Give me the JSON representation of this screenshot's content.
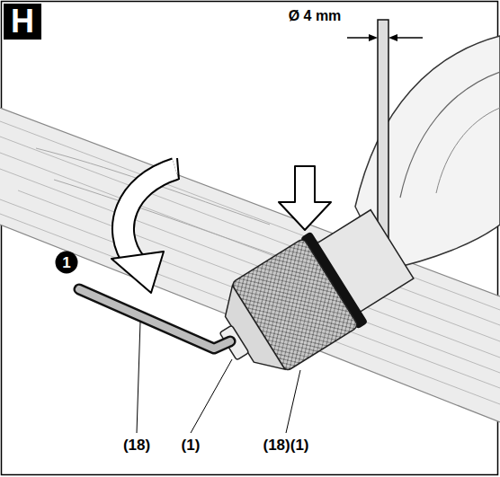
{
  "diagram": {
    "nodes": [
      {
        "text": [
          "H"
        ]
      },
      {
        "text": [
          "1"
        ]
      }
    ],
    "labels": [
      "Ø 4 mm",
      "(18)",
      "(1)",
      "(18)(1)"
    ]
  }
}
